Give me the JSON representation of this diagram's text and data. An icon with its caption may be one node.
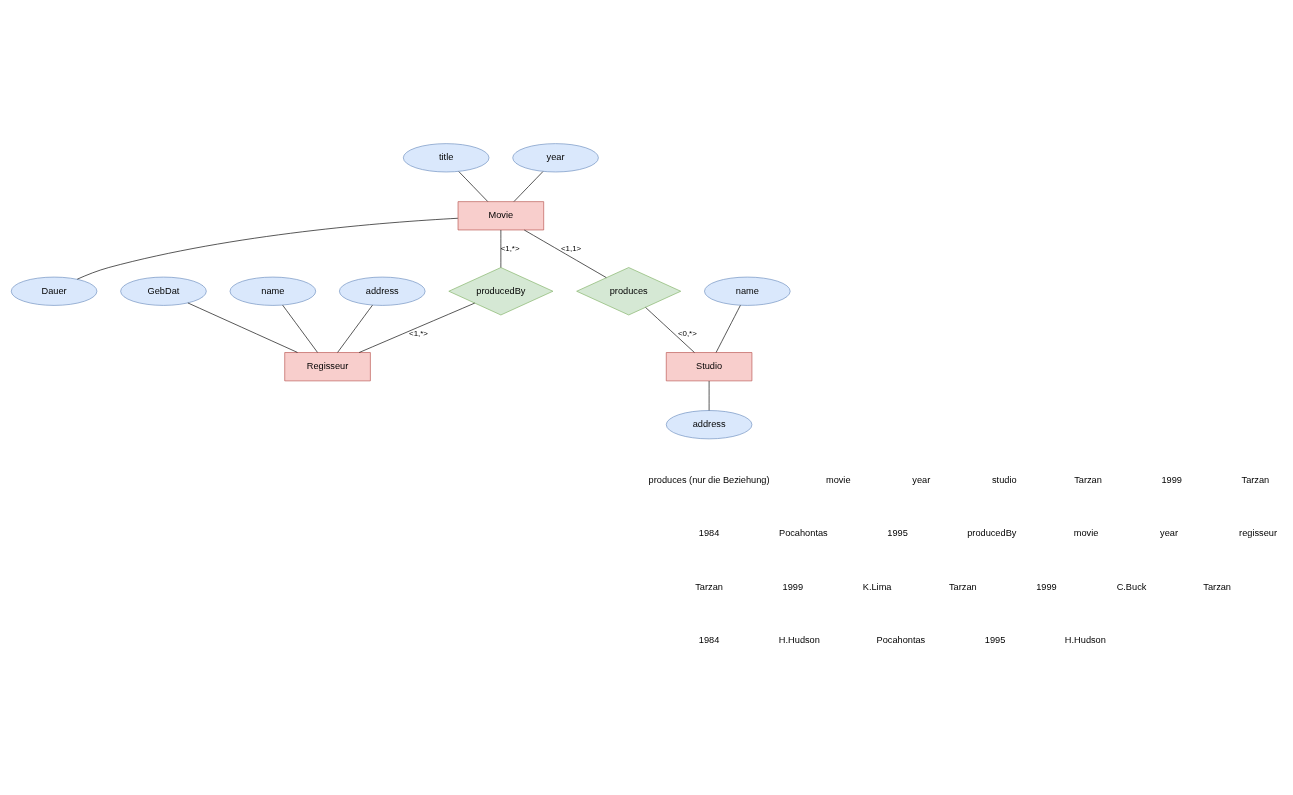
{
  "diagram": {
    "nodes": [
      {
        "text": [
          "title"
        ]
      },
      {
        "text": [
          "year"
        ]
      },
      {
        "text": [
          "Movie"
        ]
      },
      {
        "text": [
          "Dauer"
        ]
      },
      {
        "text": [
          "GebDat"
        ]
      },
      {
        "text": [
          "name"
        ]
      },
      {
        "text": [
          "address"
        ]
      },
      {
        "text": [
          "producedBy"
        ]
      },
      {
        "text": [
          "Regisseur"
        ]
      },
      {
        "text": [
          "produces"
        ]
      },
      {
        "text": [
          "name"
        ]
      },
      {
        "text": [
          "Studio"
        ]
      },
      {
        "text": [
          "address"
        ]
      }
    ],
    "edges": [
      {
        "from": 0,
        "to": 2,
        "arrow": "none"
      },
      {
        "from": 1,
        "to": 2,
        "arrow": "none"
      },
      {
        "from": 2,
        "to": 3,
        "arrow": "none"
      },
      {
        "from": 2,
        "to": 9,
        "arrow": "none",
        "label": "<1,1>"
      },
      {
        "from": 2,
        "to": 7,
        "arrow": "none",
        "label": "<1,*>"
      },
      {
        "from": 7,
        "to": 8,
        "arrow": "none",
        "label": "<1,*>"
      },
      {
        "from": 4,
        "to": 8,
        "arrow": "none"
      },
      {
        "from": 5,
        "to": 8,
        "arrow": "none"
      },
      {
        "from": 6,
        "to": 8,
        "arrow": "none"
      },
      {
        "from": 9,
        "to": 11,
        "arrow": "none",
        "label": "<0,*>"
      },
      {
        "from": 10,
        "to": 11,
        "arrow": "none"
      },
      {
        "from": 11,
        "to": 12,
        "arrow": "none"
      }
    ],
    "labels": [
      "produces (nur die Beziehung)",
      "movie",
      "year",
      "studio",
      "Tarzan",
      "1999",
      "Tarzan",
      "1984",
      "Pocahontas",
      "1995",
      "producedBy",
      "movie",
      "year",
      "regisseur",
      "Tarzan",
      "1999",
      "K.Lima",
      "Tarzan",
      "1999",
      "C.Buck",
      "Tarzan",
      "1984",
      "H.Hudson",
      "Pocahontas",
      "1995",
      "H.Hudson"
    ]
  }
}
